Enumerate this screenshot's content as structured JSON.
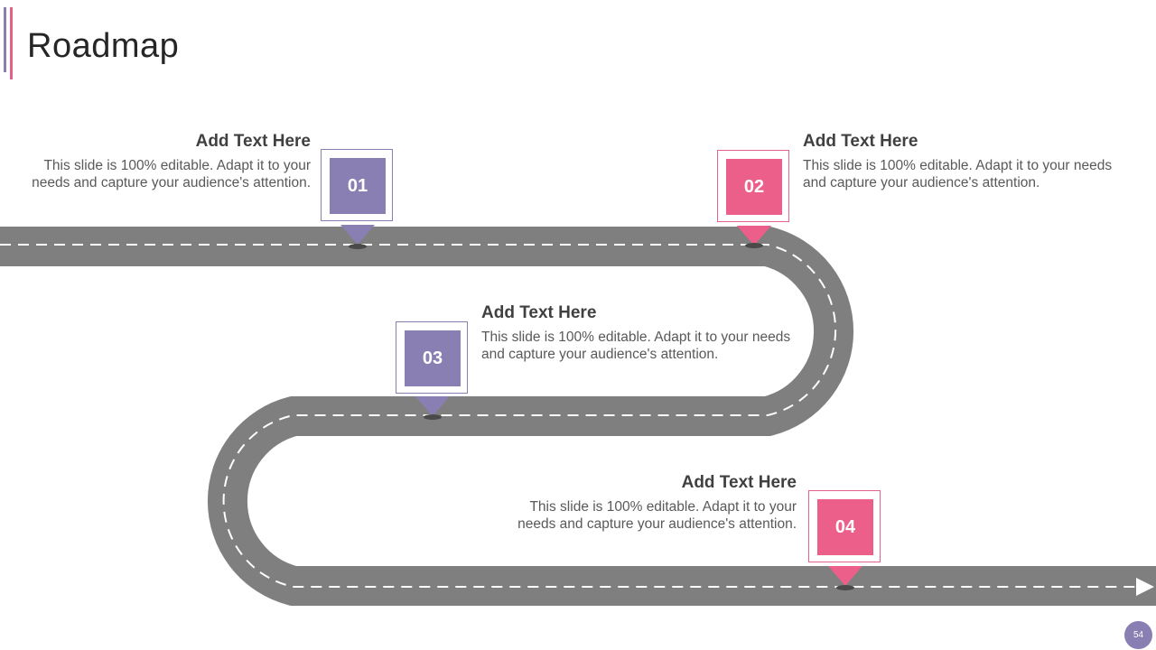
{
  "slide": {
    "title": "Roadmap",
    "page_number": "54"
  },
  "colors": {
    "purple": "#8a7fb2",
    "pink": "#ec5f8a",
    "road": "#7f7f7f",
    "road_dash": "#ffffff"
  },
  "milestones": [
    {
      "number": "01",
      "heading": "Add Text Here",
      "body": "This slide is 100% editable. Adapt it to your needs and capture your audience's attention."
    },
    {
      "number": "02",
      "heading": "Add Text Here",
      "body": "This slide is 100% editable. Adapt it to your needs and capture your audience's attention."
    },
    {
      "number": "03",
      "heading": "Add Text Here",
      "body": "This slide is 100% editable. Adapt it to your needs and capture your audience's attention."
    },
    {
      "number": "04",
      "heading": "Add Text Here",
      "body": "This slide is 100% editable. Adapt it to your needs and capture your audience's attention."
    }
  ]
}
